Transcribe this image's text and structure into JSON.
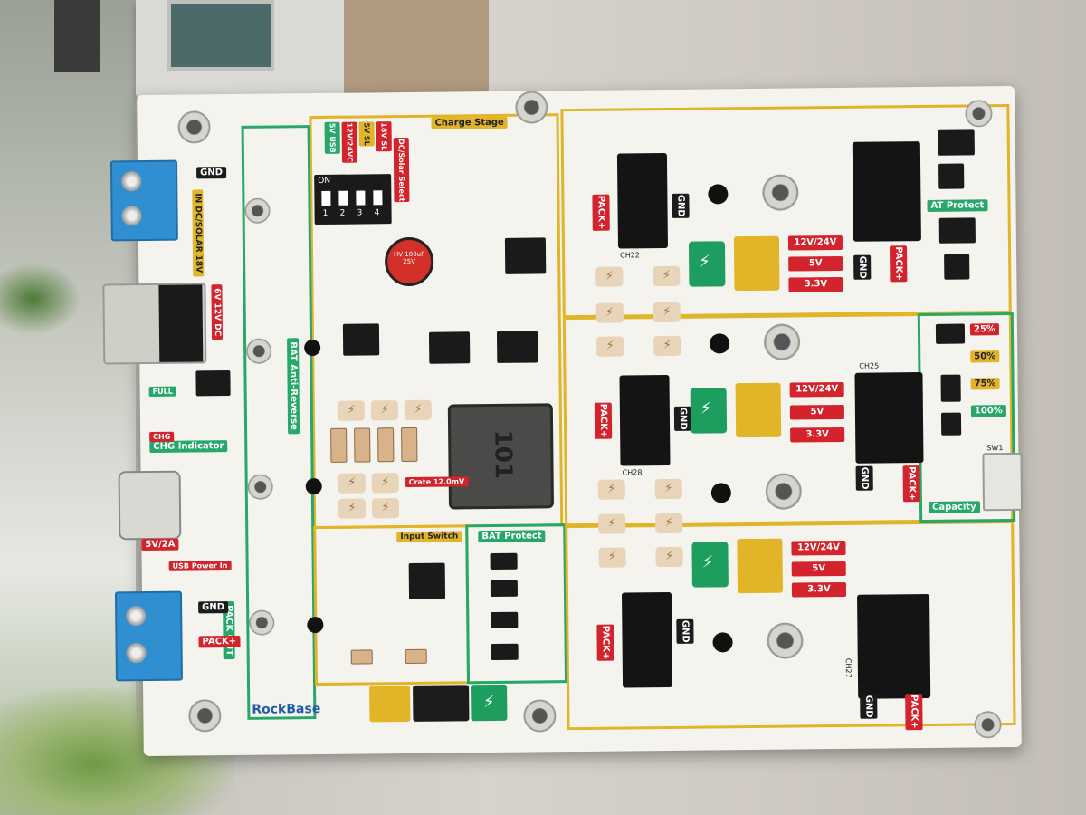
{
  "board": {
    "brand": "RockBase",
    "top_labels": [
      "5V USB",
      "12V/24VC",
      "5V SL",
      "18V SL"
    ],
    "dip_title": "DC/Solar Select",
    "dip_text": "ON",
    "dip_numbers": [
      "1",
      "2",
      "3",
      "4"
    ],
    "stage_title": "Charge Stage",
    "cap_text": "HV 100uF 25V",
    "inductor": "101",
    "input_top": "IN DC/SOLAR 18V",
    "input_mid": "6V 12V DC",
    "anti_reverse": "BAT Anti-Reverse",
    "chg_indicator": "CHG Indicator",
    "full": "FULL",
    "chg": "CHG",
    "usb_output": "5V/2A",
    "usb_power": "USB Power In",
    "pack_out": "PACK OUT",
    "crate": "Crate 12.0mV",
    "input_switch": "Input Switch",
    "bat_protect": "BAT Protect",
    "at_protect": "AT Protect",
    "capacity": "Capacity",
    "sw1": "SW1",
    "gnd": "GND",
    "pack_plus": "PACK+",
    "voltages": [
      "12V/24V",
      "5V",
      "3.3V"
    ],
    "indicators": [
      "25%",
      "50%",
      "75%",
      "100%"
    ],
    "ch_labels": [
      "CH22",
      "CH28",
      "CH25",
      "CH27"
    ]
  }
}
